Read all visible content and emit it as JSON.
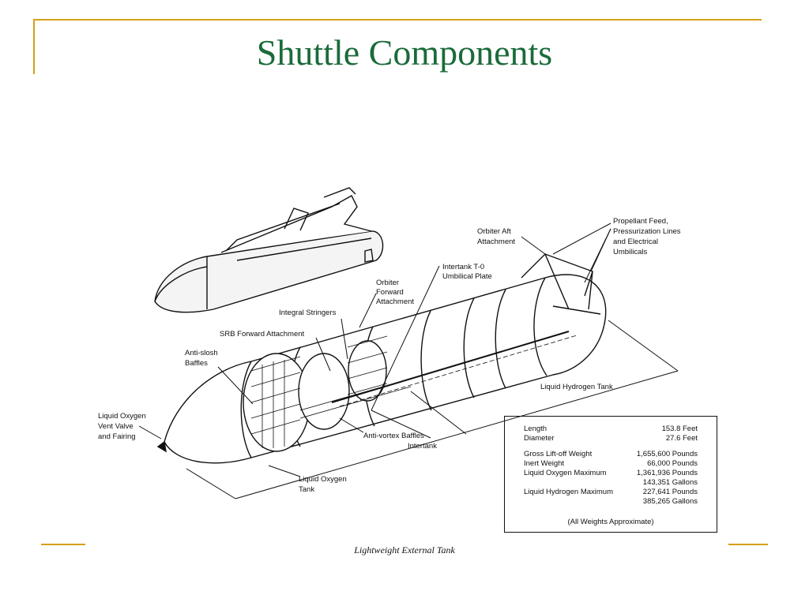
{
  "slide": {
    "title": "Shuttle Components",
    "caption": "Lightweight External Tank",
    "accent_color": "#d4a017",
    "title_color": "#1a6b3a"
  },
  "labels": {
    "propellant_feed": [
      "Propellant Feed,",
      "Pressurization Lines",
      "and Electrical",
      "Umbilicals"
    ],
    "orbiter_aft": [
      "Orbiter Aft",
      "Attachment"
    ],
    "intertank_t0": [
      "Intertank T-0",
      "Umbilical Plate"
    ],
    "orbiter_forward": [
      "Orbiter",
      "Forward",
      "Attachment"
    ],
    "integral_stringers": "Integral Stringers",
    "srb_forward": "SRB Forward Attachment",
    "anti_slosh": [
      "Anti-slosh",
      "Baffles"
    ],
    "lox_vent": [
      "Liquid Oxygen",
      "Vent Valve",
      "and Fairing"
    ],
    "lh2_tank": "Liquid Hydrogen Tank",
    "anti_vortex": "Anti-vortex Baffles",
    "intertank": "Intertank",
    "lox_tank": [
      "Liquid Oxygen",
      "Tank"
    ]
  },
  "specs": {
    "rows": [
      {
        "label": "Length",
        "value": "153.8 Feet"
      },
      {
        "label": "Diameter",
        "value": "27.6 Feet"
      },
      {
        "label": "Gross Lift-off Weight",
        "value": "1,655,600 Pounds"
      },
      {
        "label": "Inert Weight",
        "value": "66,000 Pounds"
      },
      {
        "label": "Liquid Oxygen Maximum",
        "value": "1,361,936 Pounds"
      },
      {
        "label": "",
        "value": "143,351 Gallons"
      },
      {
        "label": "Liquid Hydrogen Maximum",
        "value": "227,641 Pounds"
      },
      {
        "label": "",
        "value": "385,265 Gallons"
      }
    ],
    "note": "(All Weights Approximate)"
  }
}
